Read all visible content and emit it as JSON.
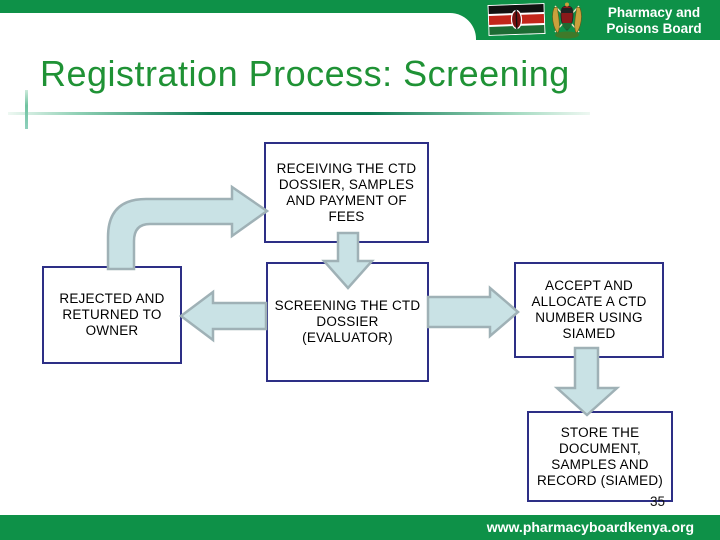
{
  "header": {
    "org_name": "Pharmacy and\nPoisons Board",
    "flag_icon": "kenya-flag",
    "emblem_icon": "kenya-coat-of-arms"
  },
  "slide": {
    "title": "Registration Process: Screening",
    "page_number": "35",
    "footer_url": "www.pharmacyboardkenya.org"
  },
  "flowchart": {
    "nodes": {
      "receiving": {
        "label": "RECEIVING THE CTD\nDOSSIER, SAMPLES\nAND PAYMENT OF\nFEES"
      },
      "rejected": {
        "label": "REJECTED AND\nRETURNED TO\nOWNER"
      },
      "screening": {
        "label": "SCREENING THE CTD\nDOSSIER\n(EVALUATOR)"
      },
      "accept": {
        "label": "ACCEPT AND\nALLOCATE A CTD\nNUMBER USING\nSIAMED"
      },
      "store": {
        "label": "STORE THE\nDOCUMENT,\nSAMPLES AND\nRECORD (SIAMED)"
      }
    },
    "edges": [
      {
        "from": "receiving",
        "to": "screening",
        "direction": "down"
      },
      {
        "from": "screening",
        "to": "rejected",
        "direction": "left"
      },
      {
        "from": "screening",
        "to": "accept",
        "direction": "right"
      },
      {
        "from": "accept",
        "to": "store",
        "direction": "down"
      },
      {
        "from": "rejected",
        "to": "receiving",
        "direction": "up-then-right"
      }
    ]
  },
  "colors": {
    "brand_green": "#0e9148",
    "title_green": "#1f9235",
    "box_border_navy": "#2d2f86",
    "arrow_fill": "#c9e2e5",
    "arrow_stroke": "#9fb1b6"
  }
}
